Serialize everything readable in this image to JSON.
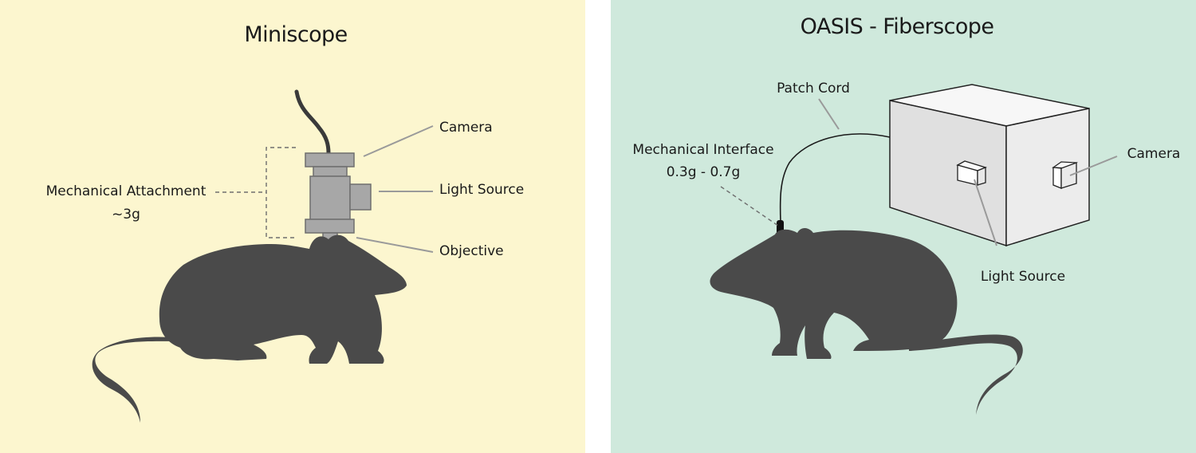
{
  "colors": {
    "left_panel_bg": "#fcf6cf",
    "right_panel_bg": "#cfe9dc",
    "mouse_fill": "#4a4a4a",
    "scope_fill": "#a7a7a7",
    "leader_line": "#9a9a9a"
  },
  "left_panel": {
    "title": "Miniscope",
    "labels": {
      "camera": "Camera",
      "light_source": "Light Source",
      "objective": "Objective",
      "mechanical_attachment": "Mechanical Attachment",
      "attachment_weight": "~3g"
    }
  },
  "right_panel": {
    "title": "OASIS - Fiberscope",
    "labels": {
      "patch_cord": "Patch Cord",
      "mechanical_interface": "Mechanical Interface",
      "interface_weight": "0.3g - 0.7g",
      "camera": "Camera",
      "light_source": "Light Source"
    }
  }
}
